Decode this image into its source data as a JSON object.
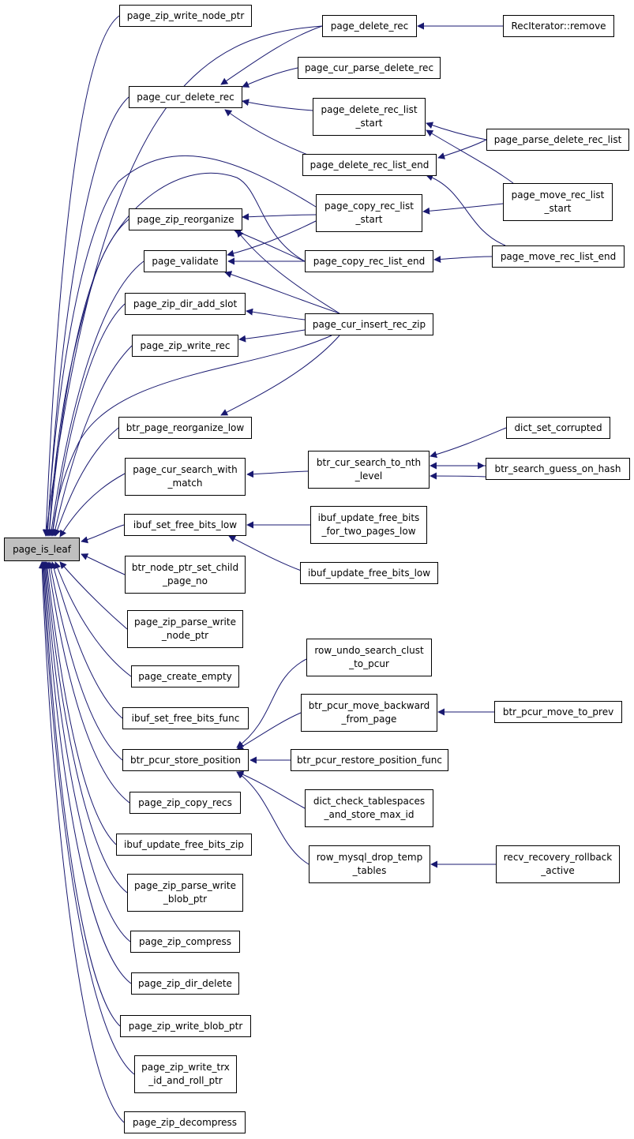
{
  "graph": {
    "root": "page_is_leaf",
    "edge_color": "#191970",
    "root_fill": "#bfbfbf",
    "nodes": {
      "n_root": "page_is_leaf",
      "n_zip_write_node_ptr": "page_zip_write_node_ptr",
      "n_cur_delete_rec": "page_cur_delete_rec",
      "n_zip_reorganize": "page_zip_reorganize",
      "n_validate": "page_validate",
      "n_zip_dir_add_slot": "page_zip_dir_add_slot",
      "n_zip_write_rec": "page_zip_write_rec",
      "n_btr_page_reorganize_low": "btr_page_reorganize_low",
      "n_cur_search_with_match": "page_cur_search_with\n_match",
      "n_ibuf_set_free_bits_low": "ibuf_set_free_bits_low",
      "n_btr_node_ptr_set_child": "btr_node_ptr_set_child\n_page_no",
      "n_zip_parse_write_node_ptr": "page_zip_parse_write\n_node_ptr",
      "n_create_empty": "page_create_empty",
      "n_ibuf_set_free_bits_func": "ibuf_set_free_bits_func",
      "n_btr_pcur_store_position": "btr_pcur_store_position",
      "n_zip_copy_recs": "page_zip_copy_recs",
      "n_ibuf_update_free_bits_zip": "ibuf_update_free_bits_zip",
      "n_zip_parse_write_blob_ptr": "page_zip_parse_write\n_blob_ptr",
      "n_zip_compress": "page_zip_compress",
      "n_zip_dir_delete": "page_zip_dir_delete",
      "n_zip_write_blob_ptr": "page_zip_write_blob_ptr",
      "n_zip_write_trx": "page_zip_write_trx\n_id_and_roll_ptr",
      "n_zip_decompress": "page_zip_decompress",
      "n_delete_rec": "page_delete_rec",
      "n_cur_parse_delete_rec": "page_cur_parse_delete_rec",
      "n_delete_rec_list_start": "page_delete_rec_list\n_start",
      "n_delete_rec_list_end": "page_delete_rec_list_end",
      "n_copy_rec_list_start": "page_copy_rec_list\n_start",
      "n_copy_rec_list_end": "page_copy_rec_list_end",
      "n_cur_insert_rec_zip": "page_cur_insert_rec_zip",
      "n_btr_cur_search_to_nth": "btr_cur_search_to_nth\n_level",
      "n_ibuf_update_two_pages": "ibuf_update_free_bits\n_for_two_pages_low",
      "n_ibuf_update_low": "ibuf_update_free_bits_low",
      "n_row_undo_search_clust": "row_undo_search_clust\n_to_pcur",
      "n_btr_pcur_move_backward": "btr_pcur_move_backward\n_from_page",
      "n_btr_pcur_restore": "btr_pcur_restore_position_func",
      "n_dict_check_tablespaces": "dict_check_tablespaces\n_and_store_max_id",
      "n_row_mysql_drop_temp": "row_mysql_drop_temp\n_tables",
      "n_reciterator_remove": "RecIterator::remove",
      "n_parse_delete_rec_list": "page_parse_delete_rec_list",
      "n_move_rec_list_start": "page_move_rec_list\n_start",
      "n_move_rec_list_end": "page_move_rec_list_end",
      "n_dict_set_corrupted": "dict_set_corrupted",
      "n_btr_search_guess": "btr_search_guess_on_hash",
      "n_btr_pcur_move_to_prev": "btr_pcur_move_to_prev",
      "n_recv_recovery_rollback": "recv_recovery_rollback\n_active"
    }
  }
}
